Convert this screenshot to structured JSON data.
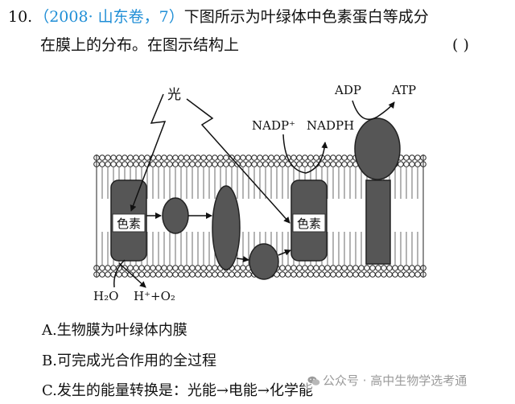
{
  "question": {
    "number": "10.",
    "source": "（2008· 山东卷，7）",
    "stem_line1": "下图所示为叶绿体中色素蛋白等成分",
    "stem_line2": "在膜上的分布。在图示结构上",
    "answer_paren": "(        )"
  },
  "diagram": {
    "light": "光",
    "adp": "ADP",
    "atp": "ATP",
    "nadp": "NADP⁺",
    "nadph": "NADPH",
    "pigment_left": "色素",
    "pigment_right": "色素",
    "water": "H₂O",
    "products": "H⁺+O₂",
    "colors": {
      "protein": "#565656",
      "membrane_stroke": "#222222"
    }
  },
  "options": {
    "a": "A.生物膜为叶绿体内膜",
    "b": "B.可完成光合作用的全过程",
    "c": "C.发生的能量转换是：光能→电能→化学能"
  },
  "watermark": {
    "icon": "wechat-icon",
    "text": "公众号 · 高中生物学选考通"
  }
}
